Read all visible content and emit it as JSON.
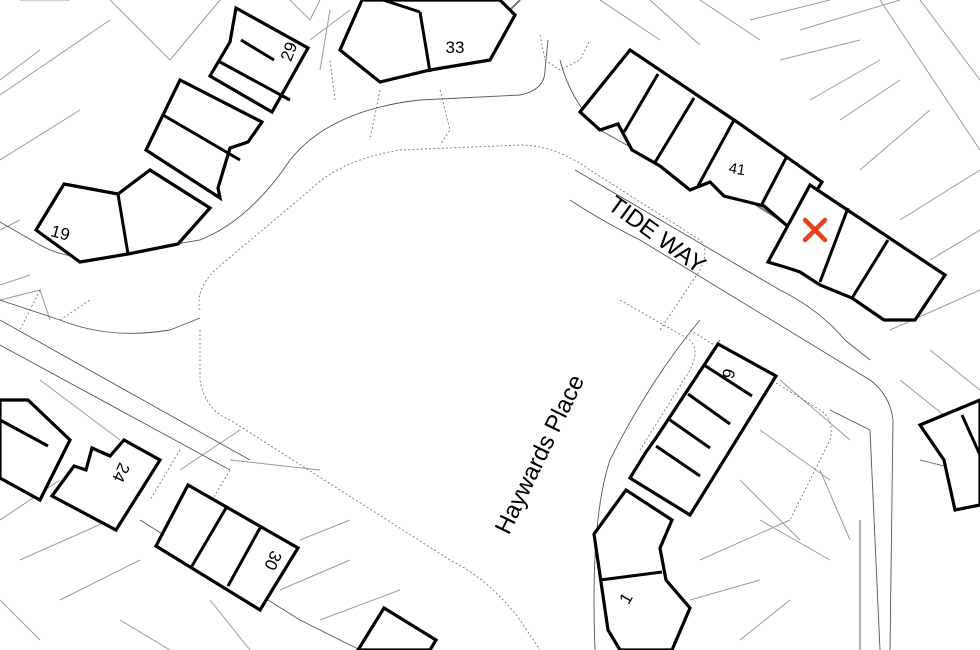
{
  "map": {
    "street_labels": {
      "tide_way": "TIDE WAY",
      "haywards_place": "Haywards Place"
    },
    "house_numbers": {
      "n29": "29",
      "n33": "33",
      "n19": "19",
      "n41": "41",
      "n24": "24",
      "n9": "9",
      "n30": "30",
      "n1": "1"
    },
    "marker": {
      "icon": "location-cross-icon",
      "color": "#e8401c"
    },
    "colors": {
      "background": "#ffffff",
      "buildings": "#000000",
      "plot_lines": "#9a9a9a"
    }
  }
}
